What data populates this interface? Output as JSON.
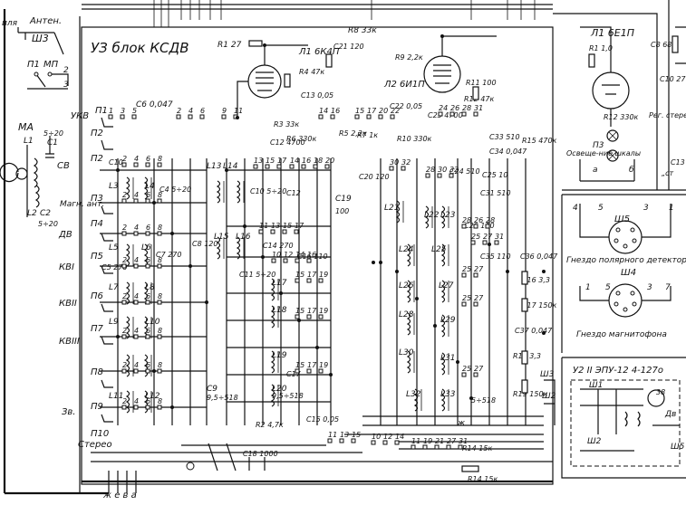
{
  "block_title": "УЗ блок КСДВ",
  "labels": {
    "antenna": "Антен.",
    "ant_small": "иля",
    "sh3": "Ш3",
    "p1": "П1",
    "mp": "МП",
    "ma": "МА",
    "ukv": "УКВ",
    "sv": "СВ",
    "magn_ant": "Магн. ант.",
    "dv": "ДВ",
    "kv1": "КВI",
    "kv2": "КВII",
    "kv3": "КВIII",
    "zv": "Зв.",
    "p10": "П10",
    "stereo": "Стерео",
    "lamp1": "Л1 6К4П",
    "lamp2": "Л2 6И1П",
    "lamp3": "Л1 6Е1П",
    "reg_stereo": "Рег. стерео",
    "osv_shkaly": "Освеще-ние шкалы",
    "sh5": "Ш5",
    "sh4": "Ш4",
    "sh1": "Ш1",
    "sh2": "Ш2",
    "socket_detector": "Гнездо полярного детектора",
    "socket_recorder": "Гнездо магнитофона",
    "epu": "У2 II ЭПУ-12 4-127о",
    "dv_motor": "Дв",
    "bottom_letters": "ж е в а"
  },
  "components": [
    "R1 27",
    "C6 0,047",
    "C1 5+20",
    "C2 5+20",
    "L1",
    "L2",
    "C21 120",
    "R3 33к",
    "R4 47к",
    "C13 0,05",
    "C12 4700",
    "R6 330к",
    "R5 2,2к",
    "R7 1к",
    "R8 33к",
    "R9 2,2к",
    "R10 330к",
    "C22 0,05",
    "C23 4700",
    "R11 100",
    "R12 47к",
    "R13 100",
    "C24 510",
    "C25 10",
    "R15 470к",
    "C34 0,047",
    "C33 510",
    "C10 5+20",
    "C14 270",
    "C16 110",
    "C8 120",
    "C11 5+20",
    "C7 270",
    "C5 270",
    "C19 100",
    "C20 120",
    "C35 110",
    "C36 0,047",
    "R16 3,3",
    "R17 150к",
    "C37 0,047",
    "C9 9,5+518",
    "C17 9,5+518",
    "C15 0,05",
    "C18 1000",
    "R2 4,7к",
    "R14 15к",
    "R18 3,3",
    "R19 150к",
    "L13",
    "L14",
    "L15",
    "L16",
    "L21",
    "L22",
    "L23",
    "L24",
    "L25",
    "L26",
    "L27",
    "L28",
    "L29",
    "L30",
    "L31",
    "L32",
    "L33",
    "L3",
    "L4",
    "L5",
    "L6",
    "L7",
    "L8",
    "L9",
    "L10",
    "L11",
    "L12",
    "П2",
    "П3",
    "П4",
    "П5",
    "П6",
    "П7",
    "П8",
    "П9",
    "R1 1,0",
    "C10 27",
    "C8 68",
    "C13 330",
    "R12 330к"
  ]
}
